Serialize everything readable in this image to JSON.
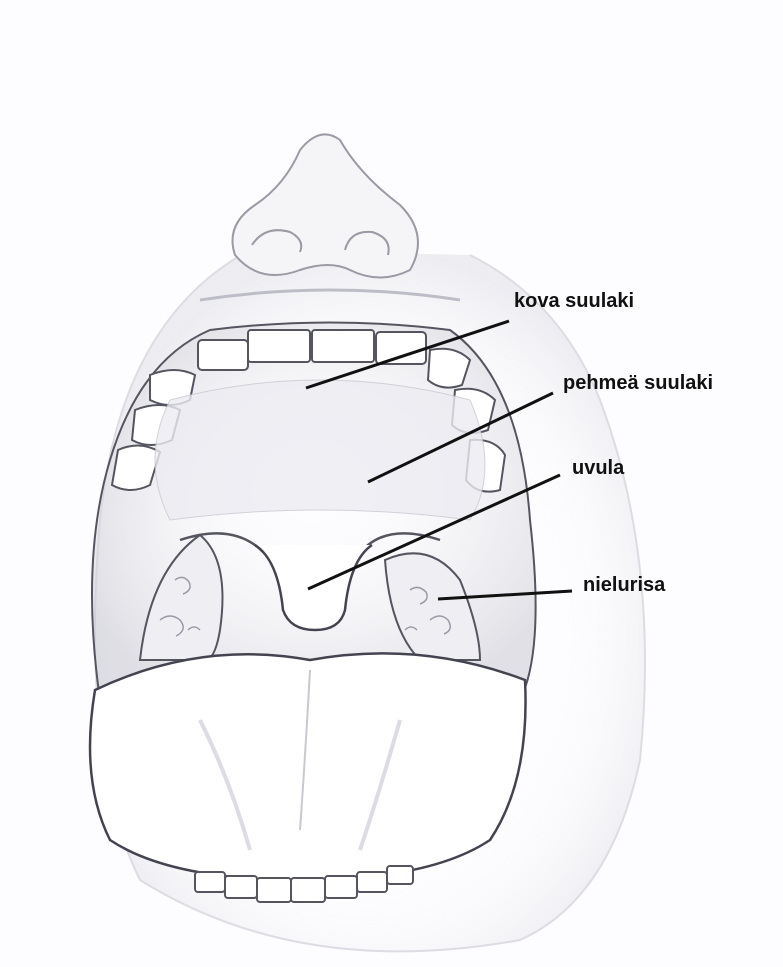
{
  "diagram": {
    "labels": {
      "hard_palate": "kova suulaki",
      "soft_palate": "pehmeä suulaki",
      "uvula": "uvula",
      "tonsil": "nielurisa"
    }
  }
}
